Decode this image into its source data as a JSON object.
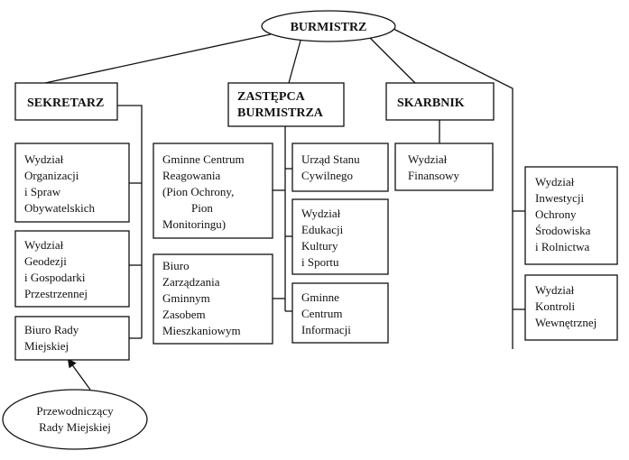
{
  "burmistrz": "BURMISTRZ",
  "sekretarz": "SEKRETARZ",
  "zastepca": [
    "ZASTĘPCA",
    "BURMISTRZA"
  ],
  "skarbnik": "SKARBNIK",
  "wydzial_organizacji": [
    "Wydział",
    "Organizacji",
    "i Spraw",
    "Obywatelskich"
  ],
  "wydzial_geodezji": [
    "Wydział",
    "Geodezji",
    "i Gospodarki",
    "Przestrzennej"
  ],
  "biuro_rady": [
    "Biuro Rady",
    "Miejskiej"
  ],
  "przewodniczacy": [
    "Przewodniczący",
    "Rady Miejskiej"
  ],
  "gminne_centrum_reagowania": [
    "Gminne Centrum",
    "Reagowania",
    "(Pion Ochrony,",
    "Pion",
    "Monitoringu)"
  ],
  "biuro_zarzadzania": [
    "Biuro",
    "Zarządzania",
    "Gminnym",
    "Zasobem",
    "Mieszkaniowym"
  ],
  "urzad_stanu": [
    "Urząd Stanu",
    "Cywilnego"
  ],
  "wydzial_edukacji": [
    "Wydział",
    "Edukacji",
    "Kultury",
    "i Sportu"
  ],
  "gminne_centrum_informacji": [
    "Gminne",
    "Centrum",
    "Informacji"
  ],
  "wydzial_finansowy": [
    "Wydział",
    "Finansowy"
  ],
  "wydzial_inwestycji": [
    "Wydział",
    "Inwestycji",
    "Ochrony",
    "Środowiska",
    "i Rolnictwa"
  ],
  "wydzial_kontroli": [
    "Wydział",
    "Kontroli",
    "Wewnętrznej"
  ]
}
